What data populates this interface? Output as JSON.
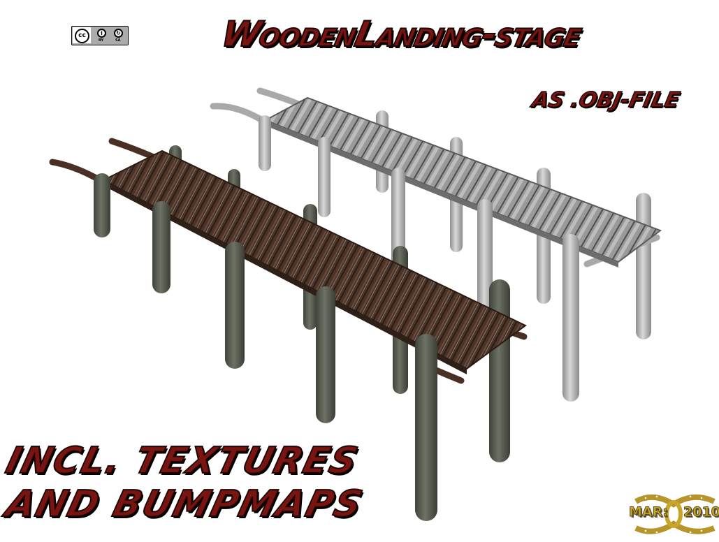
{
  "title": "WoodenLanding-stage",
  "subtitle": "AS .OBJ-FILE",
  "tagline": {
    "line1": "INCL. TEXTURES",
    "line2": "AND BUMPMAPS"
  },
  "license_badge": {
    "main": "cc",
    "by_label": "BY",
    "sa_label": "SA",
    "icons": [
      "creative-commons-icon",
      "attribution-icon",
      "share-alike-icon"
    ]
  },
  "logo": {
    "left_text": "MAR:",
    "right_text": "2010"
  },
  "models": [
    {
      "name": "textured-wooden-jetty",
      "style": "textured",
      "colors": {
        "planks": "#4a3328",
        "posts": "#5c5f55"
      }
    },
    {
      "name": "grey-untextured-jetty",
      "style": "untextured",
      "colors": {
        "planks": "#8d8d8d",
        "posts": "#b8b8b8"
      }
    }
  ],
  "colors": {
    "title_red": "#7a1410",
    "outline": "#1a0605",
    "logo_gold": "#c9a62a",
    "background": "#ffffff"
  }
}
